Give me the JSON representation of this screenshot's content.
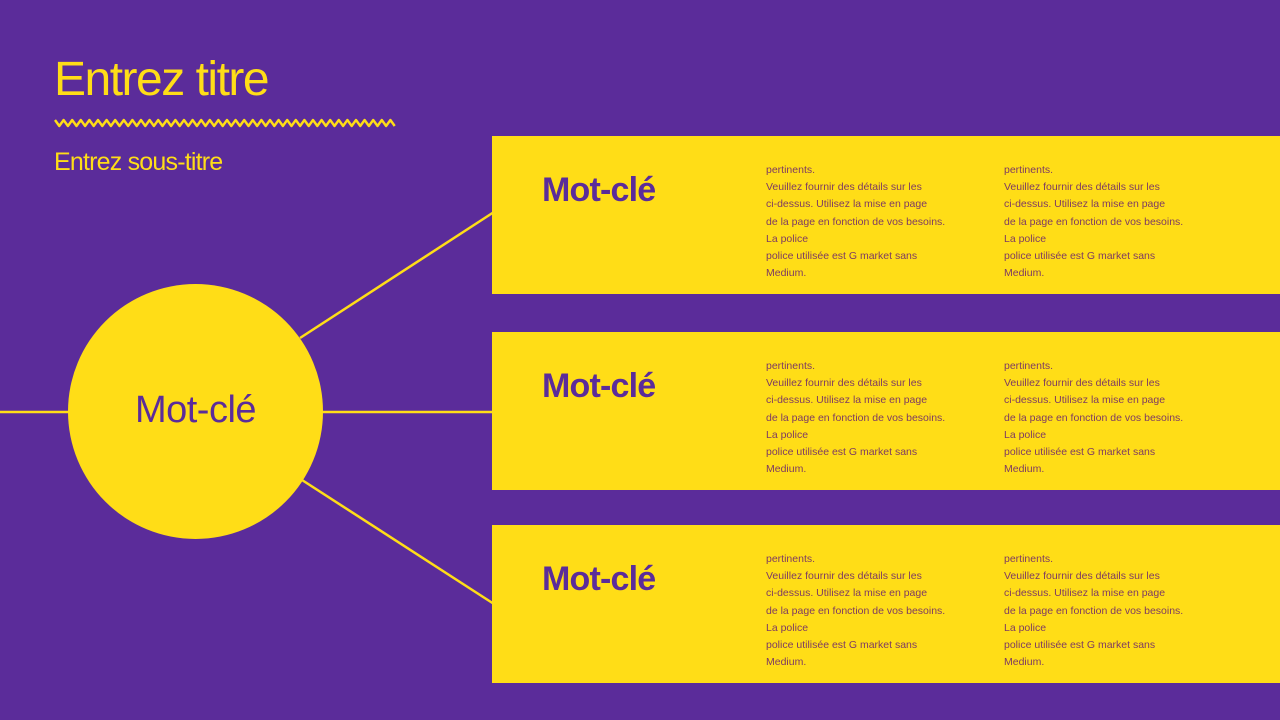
{
  "header": {
    "title": "Entrez titre",
    "subtitle": "Entrez sous-titre"
  },
  "colors": {
    "background": "#5b2c9a",
    "accent": "#ffdd17",
    "body_text": "#7d3a63"
  },
  "hub": {
    "label": "Mot-clé"
  },
  "branches": [
    {
      "keyword": "Mot-clé",
      "columns": [
        [
          "pertinents.",
          "Veuillez fournir des détails sur les",
          "ci-dessus. Utilisez la mise en page",
          "de la page en fonction de vos besoins.",
          "La police",
          "police utilisée est G market sans",
          "Medium."
        ],
        [
          "pertinents.",
          "Veuillez fournir des détails sur les",
          "ci-dessus. Utilisez la mise en page",
          "de la page en fonction de vos besoins.",
          "La police",
          "police utilisée est G market sans",
          "Medium."
        ]
      ]
    },
    {
      "keyword": "Mot-clé",
      "columns": [
        [
          "pertinents.",
          "Veuillez fournir des détails sur les",
          "ci-dessus. Utilisez la mise en page",
          "de la page en fonction de vos besoins.",
          "La police",
          "police utilisée est G market sans",
          "Medium."
        ],
        [
          "pertinents.",
          "Veuillez fournir des détails sur les",
          "ci-dessus. Utilisez la mise en page",
          "de la page en fonction de vos besoins.",
          "La police",
          "police utilisée est G market sans",
          "Medium."
        ]
      ]
    },
    {
      "keyword": "Mot-clé",
      "columns": [
        [
          "pertinents.",
          "Veuillez fournir des détails sur les",
          "ci-dessus. Utilisez la mise en page",
          "de la page en fonction de vos besoins.",
          "La police",
          "police utilisée est G market sans",
          "Medium."
        ],
        [
          "pertinents.",
          "Veuillez fournir des détails sur les",
          "ci-dessus. Utilisez la mise en page",
          "de la page en fonction de vos besoins.",
          "La police",
          "police utilisée est G market sans",
          "Medium."
        ]
      ]
    }
  ]
}
